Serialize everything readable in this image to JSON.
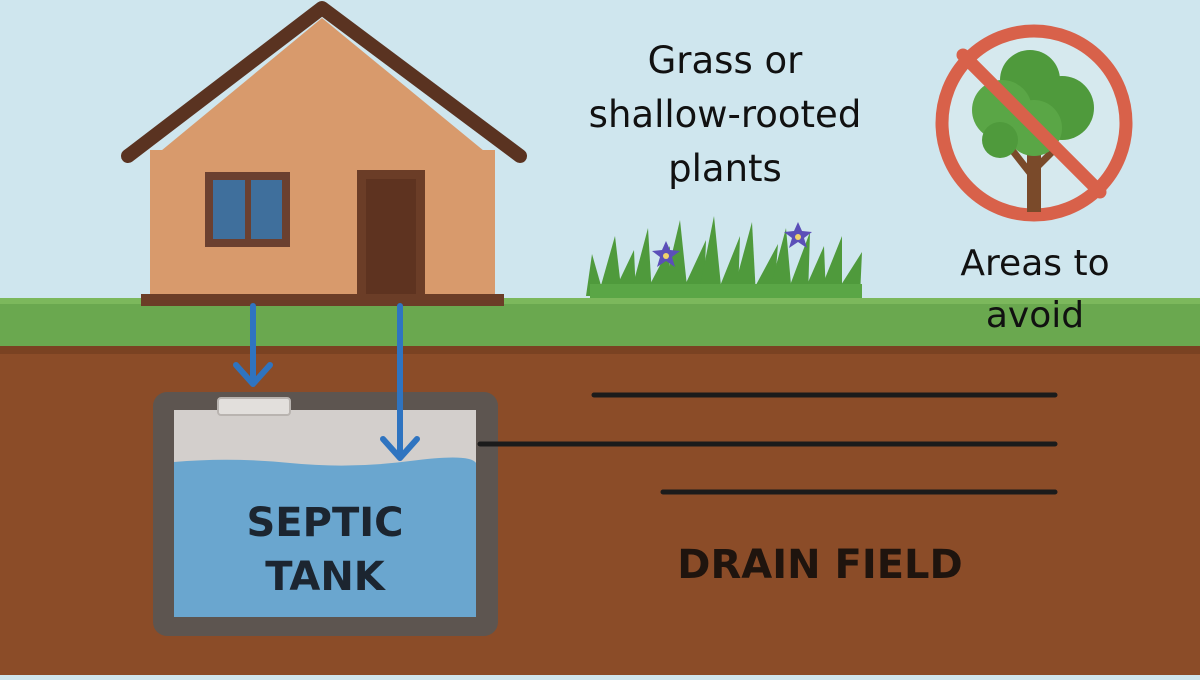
{
  "labels": {
    "plants": [
      "Grass or",
      "shallow-rooted",
      "plants"
    ],
    "avoid": [
      "Areas to",
      "avoid"
    ],
    "tank": [
      "SEPTIC",
      "TANK"
    ],
    "drain": "DRAIN FIELD"
  },
  "icons": {
    "house": "house-icon",
    "grass": "grass-icon",
    "flower": "flower-icon",
    "no_tree": "prohibited-tree-icon",
    "flow_arrow": "down-arrow-icon"
  },
  "colors": {
    "sky": "#cfe6ee",
    "grass": "#6aa84f",
    "soil": "#8b4c28",
    "house_wall": "#d89a6c",
    "roof": "#5a3321",
    "water": "#6aa6cf",
    "arrow": "#2f74c0",
    "prohibit": "#d8614a",
    "pipe": "#1b1b1b"
  }
}
